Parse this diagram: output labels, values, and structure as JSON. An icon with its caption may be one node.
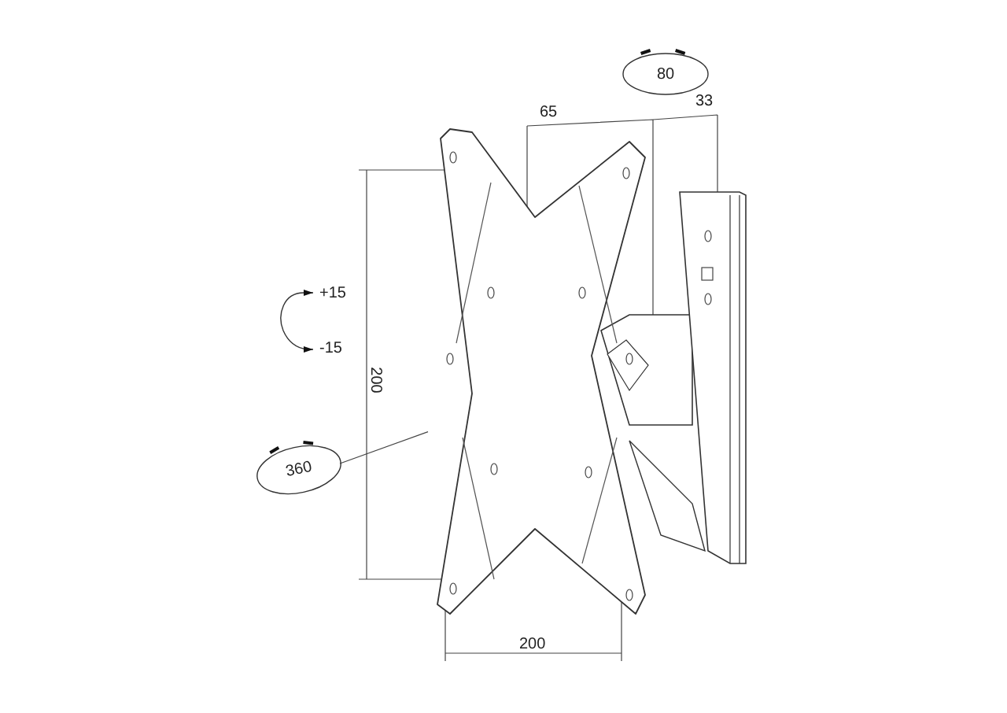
{
  "diagram": {
    "nodes": [
      {
        "text": [
          "80"
        ]
      },
      {
        "text": [
          "360"
        ]
      },
      {
        "text": [],
        "shape": "picture"
      }
    ],
    "edges": [
      {
        "from": 1,
        "to": 2,
        "arrow": "none"
      }
    ],
    "labels": [
      "65",
      "33",
      "+15",
      "-15",
      "200",
      "200"
    ]
  }
}
